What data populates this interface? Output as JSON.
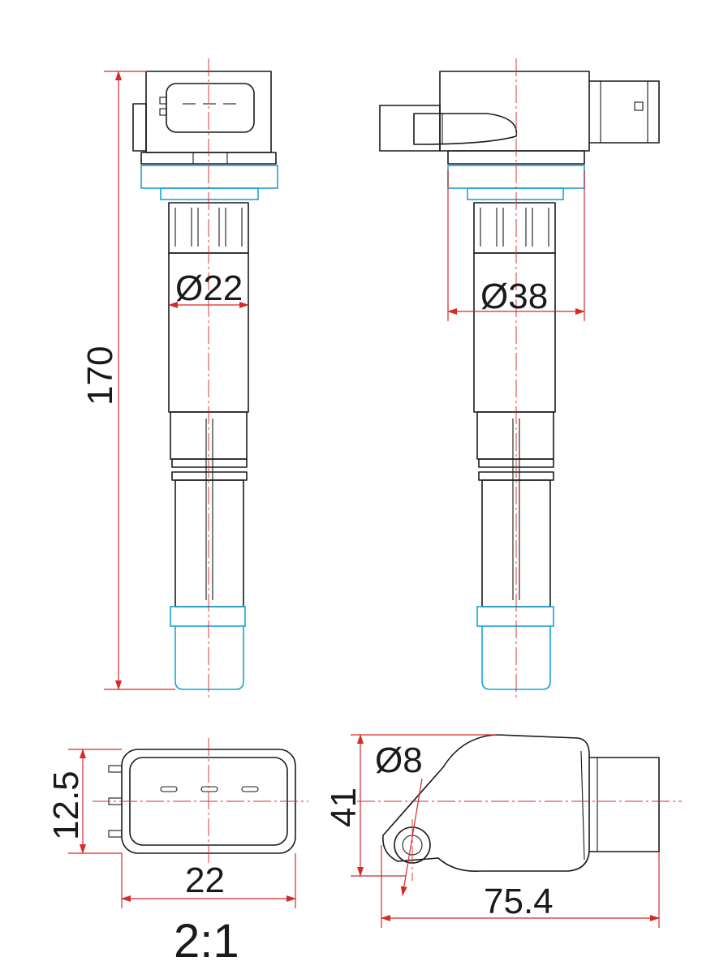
{
  "dimensions": {
    "height": "170",
    "diameter_body": "Ø22",
    "diameter_flange": "Ø38",
    "connector_height": "12.5",
    "connector_width": "22",
    "mount_hole": "Ø8",
    "top_height": "41",
    "top_length": "75.4"
  },
  "scale": "2:1",
  "colors": {
    "outline": "#1a1a1a",
    "dimension": "#d42a2a",
    "seal": "#1aa3d6"
  }
}
